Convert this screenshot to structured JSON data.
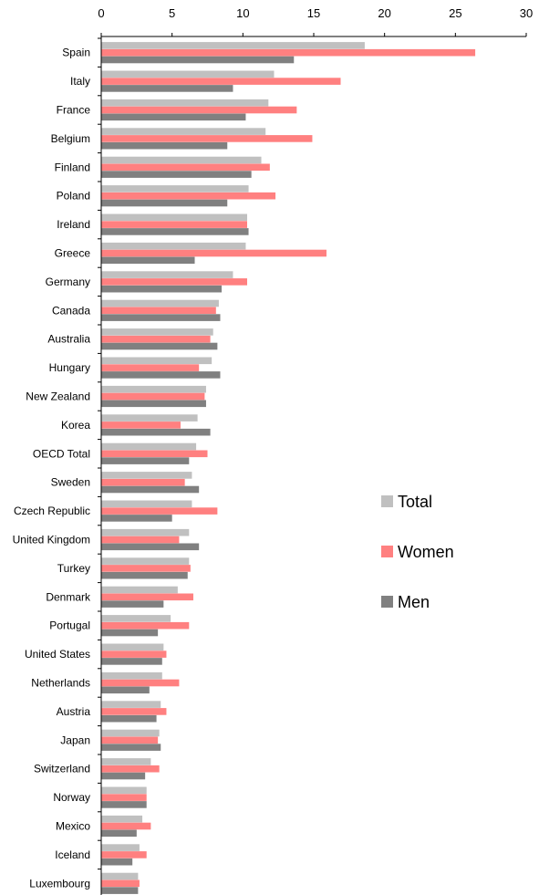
{
  "chart_data": {
    "type": "bar",
    "orientation": "horizontal",
    "title": "",
    "xlabel": "",
    "ylabel": "",
    "xlim": [
      0,
      30
    ],
    "x_ticks": [
      0,
      5,
      10,
      15,
      20,
      25,
      30
    ],
    "x_axis_position": "top",
    "grid": false,
    "legend_position": "right",
    "categories": [
      "Spain",
      "Italy",
      "France",
      "Belgium",
      "Finland",
      "Poland",
      "Ireland",
      "Greece",
      "Germany",
      "Canada",
      "Australia",
      "Hungary",
      "New Zealand",
      "Korea",
      "OECD Total",
      "Sweden",
      "Czech Republic",
      "United Kingdom",
      "Turkey",
      "Denmark",
      "Portugal",
      "United States",
      "Netherlands",
      "Austria",
      "Japan",
      "Switzerland",
      "Norway",
      "Mexico",
      "Iceland",
      "Luxembourg"
    ],
    "series": [
      {
        "name": "Total",
        "color": "#c0c0c0",
        "values": [
          18.6,
          12.2,
          11.8,
          11.6,
          11.3,
          10.4,
          10.3,
          10.2,
          9.3,
          8.3,
          7.9,
          7.8,
          7.4,
          6.8,
          6.7,
          6.4,
          6.4,
          6.2,
          6.2,
          5.4,
          4.9,
          4.4,
          4.3,
          4.2,
          4.1,
          3.5,
          3.2,
          2.9,
          2.7,
          2.6
        ]
      },
      {
        "name": "Women",
        "color": "#ff8080",
        "values": [
          26.4,
          16.9,
          13.8,
          14.9,
          11.9,
          12.3,
          10.3,
          15.9,
          10.3,
          8.1,
          7.7,
          6.9,
          7.3,
          5.6,
          7.5,
          5.9,
          8.2,
          5.5,
          6.3,
          6.5,
          6.2,
          4.6,
          5.5,
          4.6,
          4.0,
          4.1,
          3.2,
          3.5,
          3.2,
          2.7
        ]
      },
      {
        "name": "Men",
        "color": "#808080",
        "values": [
          13.6,
          9.3,
          10.2,
          8.9,
          10.6,
          8.9,
          10.4,
          6.6,
          8.5,
          8.4,
          8.2,
          8.4,
          7.4,
          7.7,
          6.2,
          6.9,
          5.0,
          6.9,
          6.1,
          4.4,
          4.0,
          4.3,
          3.4,
          3.9,
          4.2,
          3.1,
          3.2,
          2.5,
          2.2,
          2.6
        ]
      }
    ]
  }
}
